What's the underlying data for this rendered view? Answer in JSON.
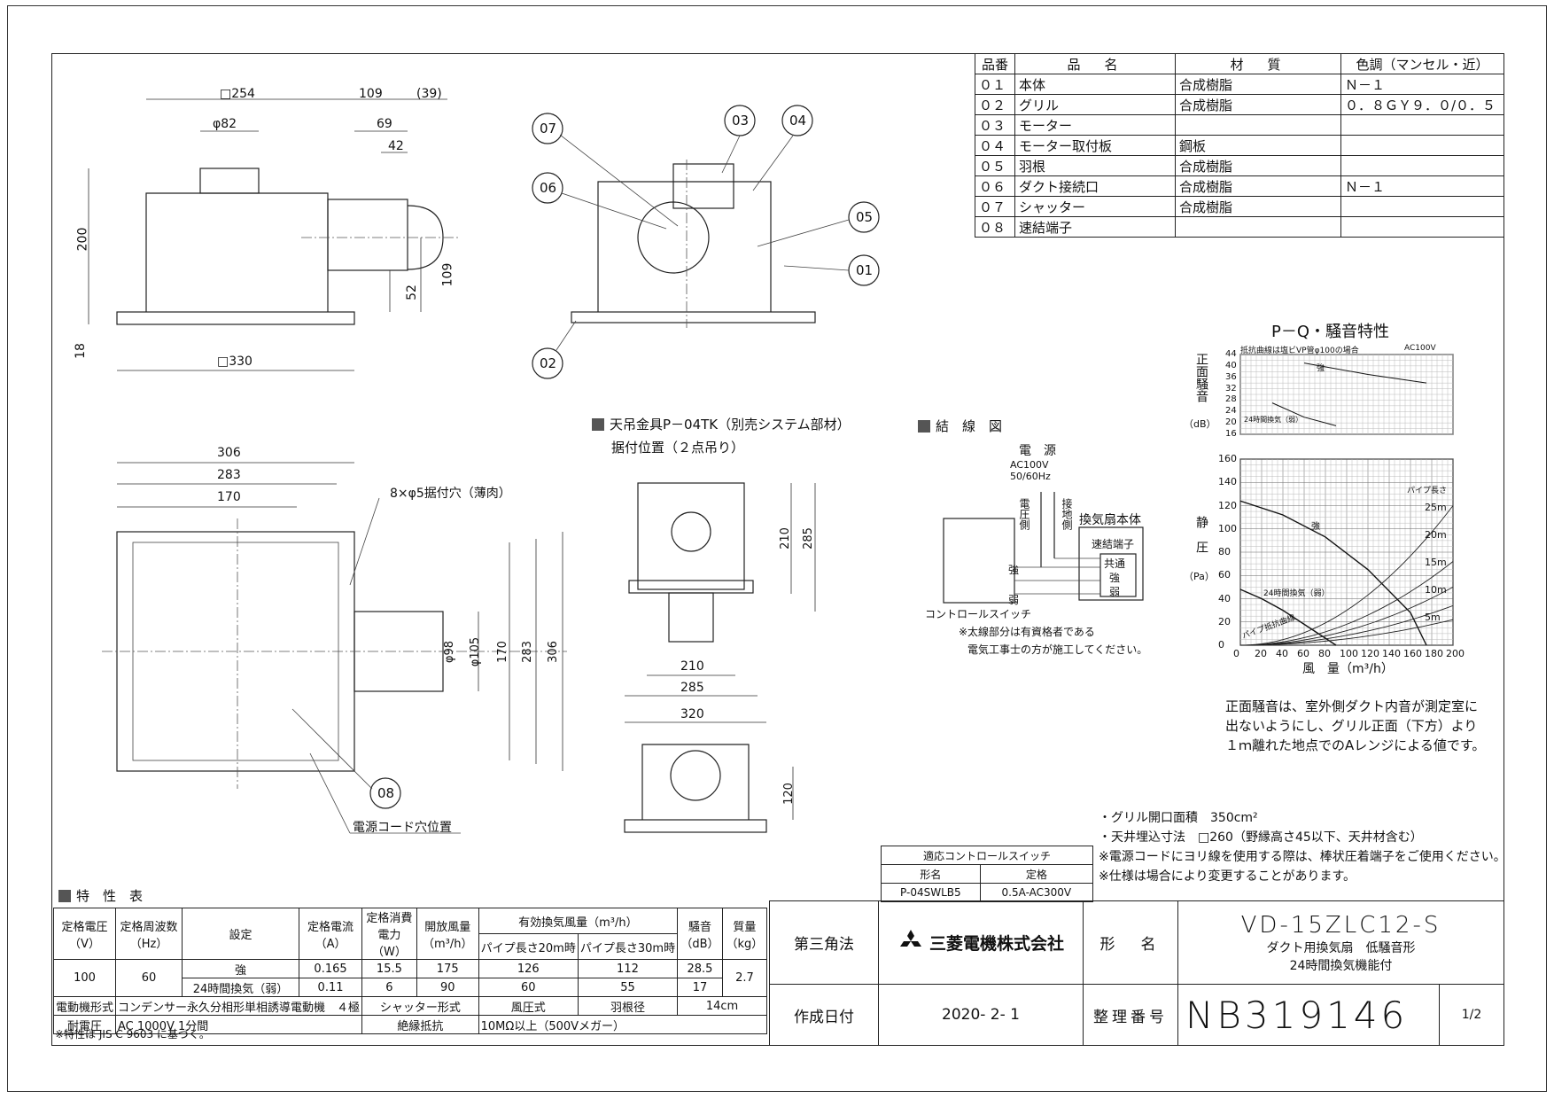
{
  "parts_table": {
    "headers": [
      "品番",
      "品　名",
      "材　質",
      "色調（マンセル・近）"
    ],
    "rows": [
      [
        "０１",
        "本体",
        "合成樹脂",
        "Ｎ－１"
      ],
      [
        "０２",
        "グリル",
        "合成樹脂",
        "０．８ＧＹ９．０/０．５"
      ],
      [
        "０３",
        "モーター",
        "",
        ""
      ],
      [
        "０４",
        "モーター取付板",
        "鋼板",
        ""
      ],
      [
        "０５",
        "羽根",
        "合成樹脂",
        ""
      ],
      [
        "０６",
        "ダクト接続口",
        "合成樹脂",
        "Ｎ－１"
      ],
      [
        "０７",
        "シャッター",
        "合成樹脂",
        ""
      ],
      [
        "０８",
        "速結端子",
        "",
        ""
      ]
    ]
  },
  "front_view": {
    "dims": [
      "□254",
      "109",
      "(39)",
      "φ82",
      "69",
      "42",
      "200",
      "109",
      "52",
      "18",
      "□330"
    ]
  },
  "section_view": {
    "bubbles": [
      "07",
      "03",
      "04",
      "06",
      "05",
      "01",
      "02"
    ]
  },
  "plan_view": {
    "dims": [
      "306",
      "283",
      "170",
      "8×φ5据付穴（薄肉）",
      "φ98",
      "φ105",
      "170",
      "283",
      "306"
    ],
    "bubble": "08",
    "cord_label": "電源コード穴位置"
  },
  "hanger": {
    "title": "天吊金具P－04TK（別売システム部材）",
    "subtitle": "据付位置（２点吊り）",
    "dims": [
      "210",
      "285",
      "210",
      "285",
      "320",
      "120"
    ]
  },
  "wiring": {
    "title": "結　線　図",
    "power": "電　源",
    "ac": "AC100V",
    "hz": "50/60Hz",
    "voltage_side": "電圧側",
    "ground_side": "接地側",
    "fan_body": "換気扇本体",
    "terminal": "速結端子",
    "common": "共通",
    "strong": "強",
    "weak": "弱",
    "strong2": "強",
    "weak2": "弱",
    "switch": "コントロールスイッチ",
    "note1": "※太線部分は有資格者である",
    "note2": "電気工事士の方が施工してください。"
  },
  "pq": {
    "title": "P－Q・騒音特性",
    "noise_note": "抵抗曲線は塩ビVP管φ100の場合",
    "ac": "AC100V",
    "noise_label": "正面騒音",
    "noise_unit": "（dB）",
    "pressure_label": "静圧",
    "pressure_unit": "（Pa）",
    "flow_label": "風　量（m³/h）",
    "strong": "強",
    "weak": "24時間換気（弱）",
    "pipe": "パイプ長さ",
    "pipe_curve": "パイプ抵抗曲線",
    "pipe_lengths": [
      "25m",
      "20m",
      "15m",
      "10m",
      "5m"
    ],
    "noise_ticks": [
      "44",
      "40",
      "36",
      "32",
      "28",
      "24",
      "20",
      "16"
    ],
    "pressure_ticks": [
      "160",
      "140",
      "120",
      "100",
      "80",
      "60",
      "40",
      "20",
      "0"
    ],
    "flow_ticks": [
      "0",
      "20",
      "40",
      "60",
      "80",
      "100",
      "120",
      "140",
      "160",
      "180",
      "200"
    ]
  },
  "chart_data": {
    "type": "line",
    "title": "P－Q・騒音特性",
    "xlabel": "風　量（m³/h）",
    "ylabel": "静圧（Pa）",
    "xlim": [
      0,
      200
    ],
    "ylim": [
      0,
      160
    ],
    "series": [
      {
        "name": "強",
        "x": [
          0,
          40,
          80,
          120,
          160,
          175
        ],
        "y": [
          124,
          112,
          93,
          65,
          28,
          0
        ]
      },
      {
        "name": "24時間換気（弱）",
        "x": [
          0,
          20,
          40,
          60,
          80,
          90
        ],
        "y": [
          48,
          40,
          30,
          18,
          6,
          0
        ]
      }
    ],
    "noise": [
      {
        "name": "強",
        "x": [
          60,
          120,
          175
        ],
        "y": [
          41,
          37,
          34
        ]
      },
      {
        "name": "24時間換気（弱）",
        "x": [
          30,
          60,
          90
        ],
        "y": [
          27,
          22,
          19
        ]
      }
    ]
  },
  "pq_note": [
    "正面騒音は、室外側ダクト内音が測定室に",
    "出ないようにし、グリル正面（下方）より",
    "１ｍ離れた地点でのAレンジによる値です。"
  ],
  "notes": [
    "・グリル開口面積　350cm²",
    "・天井埋込寸法　□260（野縁高さ45以下、天井材含む）",
    "※電源コードにヨリ線を使用する際は、棒状圧着端子をご使用ください。",
    "※仕様は場合により変更することがあります。"
  ],
  "control_switch": {
    "title": "適応コントロールスイッチ",
    "col1": "形名",
    "col2": "定格",
    "model": "P-04SWLB5",
    "rating": "0.5A-AC300V"
  },
  "spec_table": {
    "title": "特　性　表",
    "h_voltage": "定格電圧（V）",
    "h_freq": "定格周波数（Hz）",
    "h_setting": "設定",
    "h_current": "定格電流（A）",
    "h_power": "定格消費電力（W）",
    "h_open": "開放風量（m³/h）",
    "h_eff": "有効換気風量（m³/h）",
    "h_pipe20": "パイプ長さ20m時",
    "h_pipe30": "パイプ長さ30m時",
    "h_noise": "騒音（dB）",
    "h_mass": "質量（kg）",
    "voltage": "100",
    "freq": "60",
    "mass": "2.7",
    "rows": [
      [
        "強",
        "0.165",
        "15.5",
        "175",
        "126",
        "112",
        "28.5"
      ],
      [
        "24時間換気（弱）",
        "0.11",
        "6",
        "90",
        "60",
        "55",
        "17"
      ]
    ],
    "motor_label": "電動機形式",
    "motor": "コンデンサー永久分相形単相誘導電動機　４極",
    "shutter_label": "シャッター形式",
    "shutter": "風圧式",
    "blade_label": "羽根径",
    "blade": "14cm",
    "withstand_label": "耐電圧",
    "withstand": "AC 1000V 1分間",
    "insulation_label": "絶縁抵抗",
    "insulation": "10MΩ以上（500Vメガー）",
    "footnote": "※特性は JIS C 9603 に基づく。"
  },
  "title_block": {
    "projection": "第三角法",
    "company": "三菱電機株式会社",
    "model_label": "形　名",
    "model": "VD-15ZLC12-S",
    "desc1": "ダクト用換気扇　低騒音形",
    "desc2": "24時間換気機能付",
    "date_label": "作成日付",
    "date": "2020- 2- 1",
    "serial_label": "整理番号",
    "serial": "NB319146",
    "page": "1/2"
  }
}
